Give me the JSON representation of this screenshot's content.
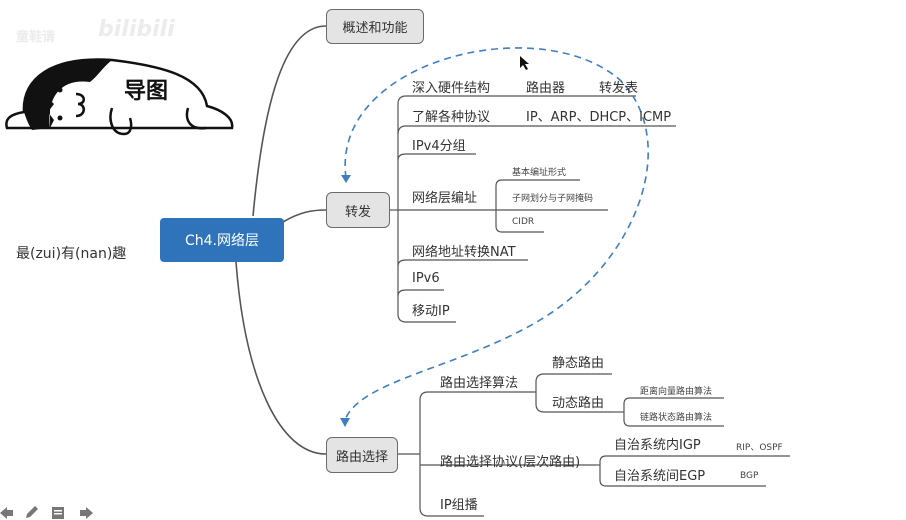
{
  "watermark": {
    "text": "童鞋请",
    "logo": "bilibili"
  },
  "sticker": {
    "label": "导图"
  },
  "side_note": "最(zui)有(nan)趣",
  "root": {
    "label": "Ch4.网络层"
  },
  "branches": {
    "overview": {
      "label": "概述和功能"
    },
    "forwarding": {
      "label": "转发",
      "children": [
        {
          "label": "深入硬件结构",
          "details": [
            "路由器",
            "转发表"
          ]
        },
        {
          "label": "了解各种协议",
          "details": [
            "IP、ARP、DHCP、ICMP"
          ]
        },
        {
          "label": "IPv4分组"
        },
        {
          "label": "网络层编址",
          "children": [
            "基本编址形式",
            "子网划分与子网掩码",
            "CIDR"
          ]
        },
        {
          "label": "网络地址转换NAT"
        },
        {
          "label": "IPv6"
        },
        {
          "label": "移动IP"
        }
      ]
    },
    "routing": {
      "label": "路由选择",
      "children": [
        {
          "label": "路由选择算法",
          "children": [
            {
              "label": "静态路由"
            },
            {
              "label": "动态路由",
              "children": [
                "距离向量路由算法",
                "链路状态路由算法"
              ]
            }
          ]
        },
        {
          "label": "路由选择协议(层次路由)",
          "children": [
            {
              "label": "自治系统内IGP",
              "details": "RIP、OSPF"
            },
            {
              "label": "自治系统间EGP",
              "details": "BGP"
            }
          ]
        },
        {
          "label": "IP组播"
        }
      ]
    }
  },
  "relationship": {
    "from": "转发",
    "to": "路由选择",
    "style": "dashed",
    "color": "#3f7ec0"
  },
  "toolbar": {
    "icons": [
      "back-icon",
      "pen-icon",
      "note-icon",
      "forward-icon"
    ]
  },
  "colors": {
    "root": "#2f74bb",
    "node": "#e4e4e4",
    "line": "#555555",
    "relation": "#3f7ec0"
  }
}
